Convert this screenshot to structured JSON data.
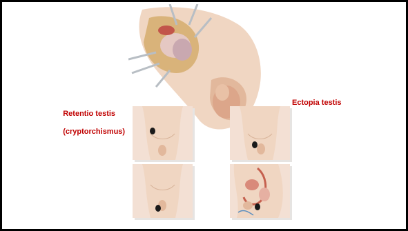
{
  "labels": {
    "left_line1": "Retentio testis",
    "left_line2": "(cryptorchismus)",
    "right": "Ectopia testis"
  },
  "figures": [
    {
      "name": "surgical-view",
      "icon": "surgery-illustration"
    },
    {
      "name": "undescended-inguinal",
      "icon": "torso-illustration"
    },
    {
      "name": "undescended-abdominal",
      "icon": "torso-illustration"
    },
    {
      "name": "ectopic-perineal",
      "icon": "torso-illustration"
    },
    {
      "name": "ectopic-sagittal",
      "icon": "sagittal-section-illustration"
    }
  ],
  "colors": {
    "label": "#c00000",
    "skin": "#f0d6c2",
    "skin_shade": "#e2b89c",
    "panel_bg": "#f3e0d4",
    "testis_marker": "#1a1a1a"
  }
}
